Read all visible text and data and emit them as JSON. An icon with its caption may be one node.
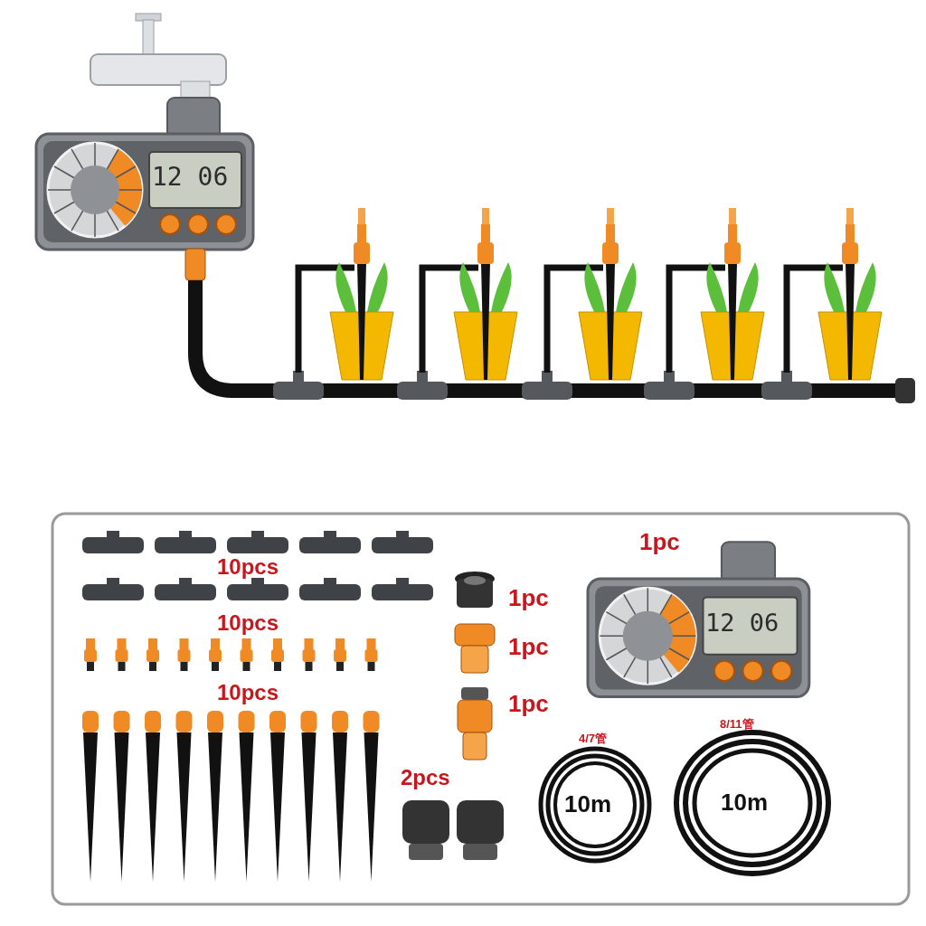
{
  "diagram": {
    "labels": [
      "12 06",
      "1pc",
      "10pcs",
      "1pc",
      "12 06",
      "10pcs",
      "1pc",
      "10pcs",
      "1pc",
      "8/11管",
      "4/7管",
      "2pcs",
      "10m",
      "10m"
    ]
  }
}
